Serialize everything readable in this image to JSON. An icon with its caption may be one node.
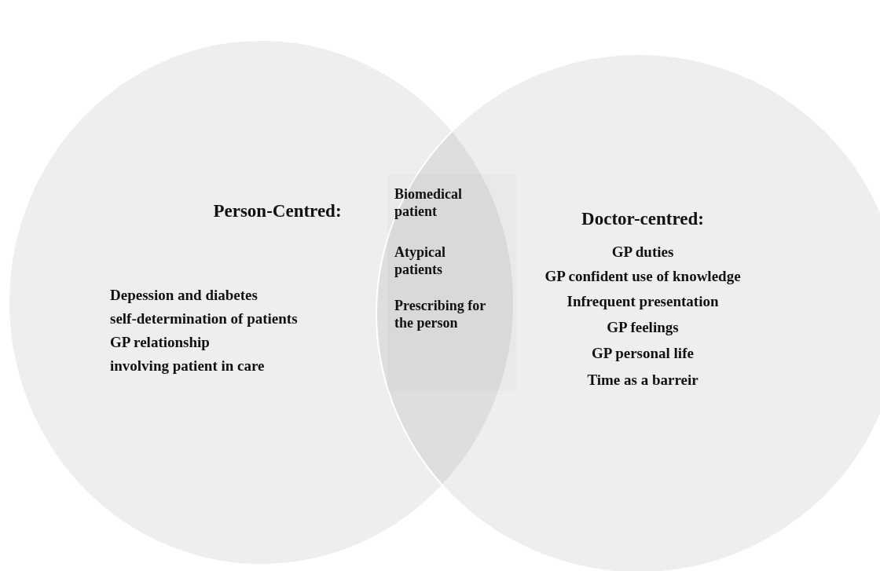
{
  "diagram": {
    "nodes": [
      {
        "text": [
          "Person-Centred:",
          "Depession and diabetes",
          "self-determination of patients",
          "GP relationship",
          "involving patient in care"
        ]
      },
      {
        "text": [
          "Doctor-centred:",
          "GP duties",
          "GP confident use of knowledge",
          "Infrequent presentation",
          "GP feelings",
          "GP personal life",
          "Time as a barreir"
        ]
      },
      {
        "text": [
          "Biomedical patient",
          "Atypical patients",
          "Prescribing for the person"
        ]
      }
    ],
    "edges": []
  }
}
